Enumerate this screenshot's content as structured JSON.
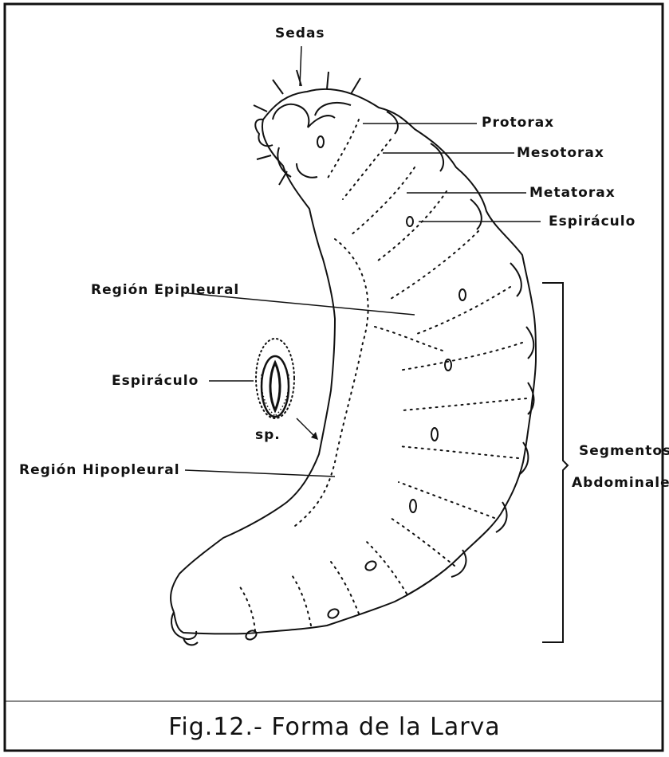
{
  "labels": {
    "sedas": "Sedas",
    "protorax": "Protorax",
    "mesotorax": "Mesotorax",
    "metatorax": "Metatorax",
    "espiraculo_right": "Espiráculo",
    "region_epipleural": "Región Epipleural",
    "espiraculo_detail": "Espiráculo",
    "sp": "sp.",
    "region_hipopleural": "Región Hipopleural",
    "segmentos": "Segmentos",
    "abdominales": "Abdominales"
  },
  "caption": "Fig.12.- Forma de la Larva"
}
